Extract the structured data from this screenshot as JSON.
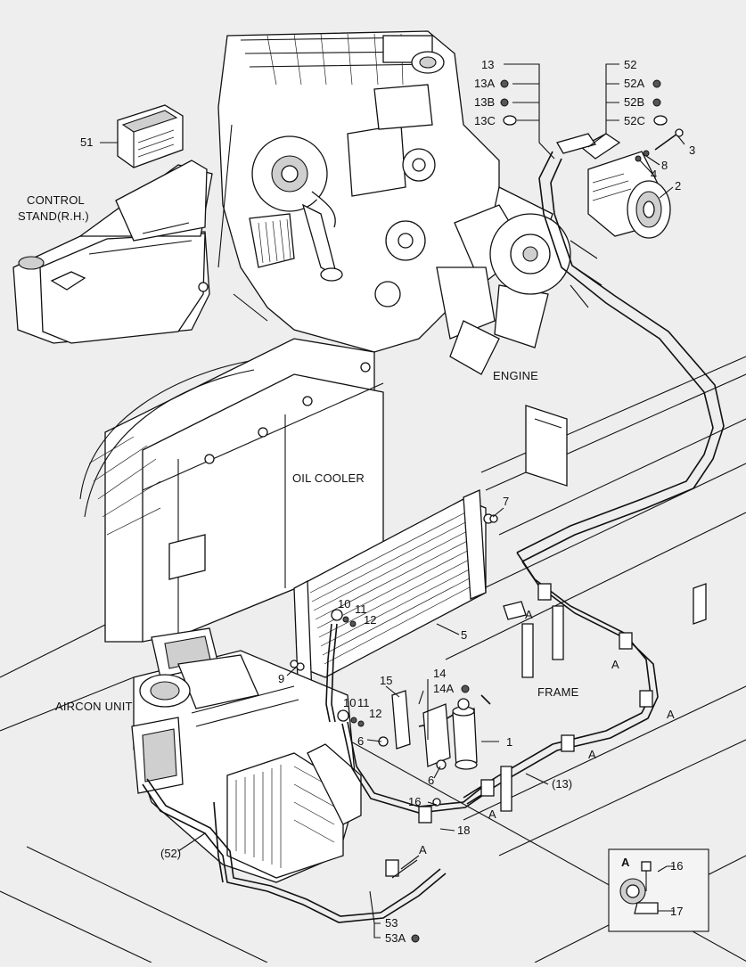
{
  "captions": {
    "control_stand": [
      "CONTROL",
      "STAND(R.H.)"
    ],
    "engine": "ENGINE",
    "oil_cooler": "OIL COOLER",
    "aircon_unit": "AIRCON UNIT",
    "frame": "FRAME"
  },
  "callouts": {
    "c51": "51",
    "c13": "13",
    "c13a": "13A",
    "c13b": "13B",
    "c13c": "13C",
    "c52": "52",
    "c52a": "52A",
    "c52b": "52B",
    "c52c": "52C",
    "c3": "3",
    "c8": "8",
    "c4": "4",
    "c2": "2",
    "c7": "7",
    "c5": "5",
    "c9": "9",
    "c10a": "10",
    "c11a": "11",
    "c12a": "12",
    "c10b": "10",
    "c11b": "11",
    "c12b": "12",
    "c15": "15",
    "c14": "14",
    "c14a": "14A",
    "c6a": "6",
    "c6b": "6",
    "c1": "1",
    "c13p": "(13)",
    "c16": "16",
    "c18": "18",
    "c52p": "(52)",
    "c53": "53",
    "c53a": "53A",
    "a1": "A",
    "a2": "A",
    "a3": "A",
    "a4": "A",
    "a5": "A",
    "a6": "A"
  },
  "detail_a": {
    "title": "A",
    "c16": "16",
    "c17": "17"
  }
}
